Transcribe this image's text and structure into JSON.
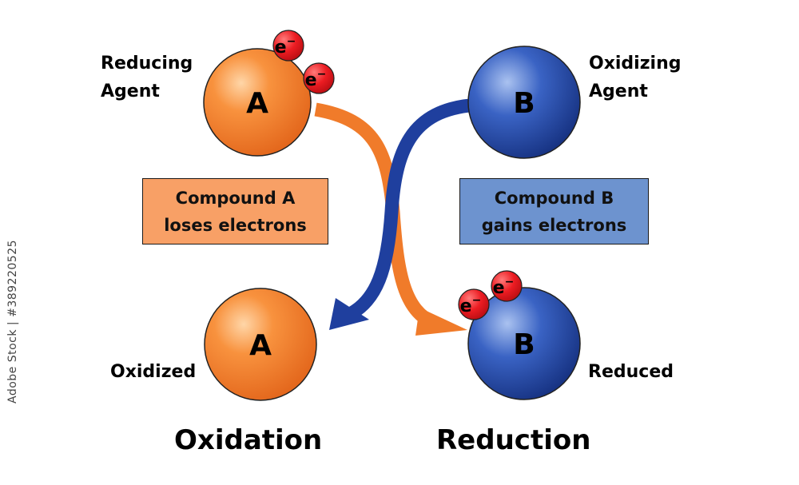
{
  "top_left_label": [
    "Reducing",
    "Agent"
  ],
  "top_right_label": [
    "Oxidizing",
    "Agent"
  ],
  "bottom_left_label": "Oxidized",
  "bottom_right_label": "Reduced",
  "sphere_a_letter": "A",
  "sphere_b_letter": "B",
  "electron_label": "e",
  "electron_charge": "−",
  "box_a": [
    "Compound A",
    "loses electrons"
  ],
  "box_b": [
    "Compound B",
    "gains electrons"
  ],
  "caption_left": "Oxidation",
  "caption_right": "Reduction",
  "watermark_id": "#389220525",
  "watermark_brand": "Adobe Stock",
  "colors": {
    "orange": "#f07b2a",
    "blue": "#1f3f9e",
    "box_a_fill": "#f8a066",
    "box_b_fill": "#6d93cf",
    "electron": "#e8141a"
  }
}
